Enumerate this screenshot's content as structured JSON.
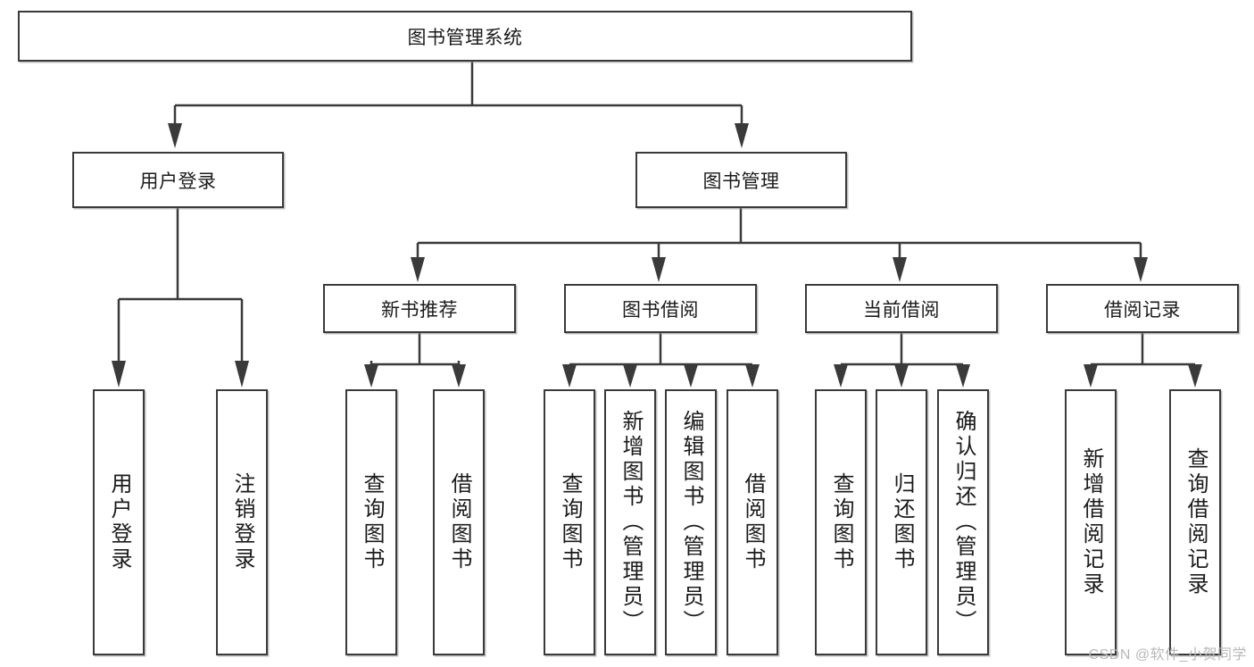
{
  "diagram": {
    "title": "图书管理系统",
    "type": "hierarchy-tree",
    "root": {
      "id": "root",
      "label": "图书管理系统"
    },
    "level2": [
      {
        "id": "user-login",
        "label": "用户登录"
      },
      {
        "id": "book-manage",
        "label": "图书管理"
      }
    ],
    "level3": [
      {
        "id": "new-book-rec",
        "label": "新书推荐",
        "parent": "book-manage"
      },
      {
        "id": "book-borrow",
        "label": "图书借阅",
        "parent": "book-manage"
      },
      {
        "id": "current-borrow",
        "label": "当前借阅",
        "parent": "book-manage"
      },
      {
        "id": "borrow-record",
        "label": "借阅记录",
        "parent": "book-manage"
      }
    ],
    "leaves": [
      {
        "id": "leaf-user-login",
        "label": "用户登录",
        "parent": "user-login"
      },
      {
        "id": "leaf-logout",
        "label": "注销登录",
        "parent": "user-login"
      },
      {
        "id": "leaf-query-book-1",
        "label": "查询图书",
        "parent": "new-book-rec"
      },
      {
        "id": "leaf-borrow-book-1",
        "label": "借阅图书",
        "parent": "new-book-rec"
      },
      {
        "id": "leaf-query-book-2",
        "label": "查询图书",
        "parent": "book-borrow"
      },
      {
        "id": "leaf-add-book",
        "label": "新增图书（管理员）",
        "parent": "book-borrow"
      },
      {
        "id": "leaf-edit-book",
        "label": "编辑图书（管理员）",
        "parent": "book-borrow"
      },
      {
        "id": "leaf-borrow-book-2",
        "label": "借阅图书",
        "parent": "book-borrow"
      },
      {
        "id": "leaf-query-book-3",
        "label": "查询图书",
        "parent": "current-borrow"
      },
      {
        "id": "leaf-return-book",
        "label": "归还图书",
        "parent": "current-borrow"
      },
      {
        "id": "leaf-confirm-return",
        "label": "确认归还（管理员）",
        "parent": "current-borrow"
      },
      {
        "id": "leaf-add-record",
        "label": "新增借阅记录",
        "parent": "borrow-record"
      },
      {
        "id": "leaf-query-record",
        "label": "查询借阅记录",
        "parent": "borrow-record"
      }
    ]
  },
  "watermark": {
    "text": "CSDN @软件_小贺同学"
  },
  "colors": {
    "stroke": "#3a3a3a",
    "text": "#1b1b1b",
    "background": "#ffffff",
    "watermark": "#b8b8b8"
  }
}
